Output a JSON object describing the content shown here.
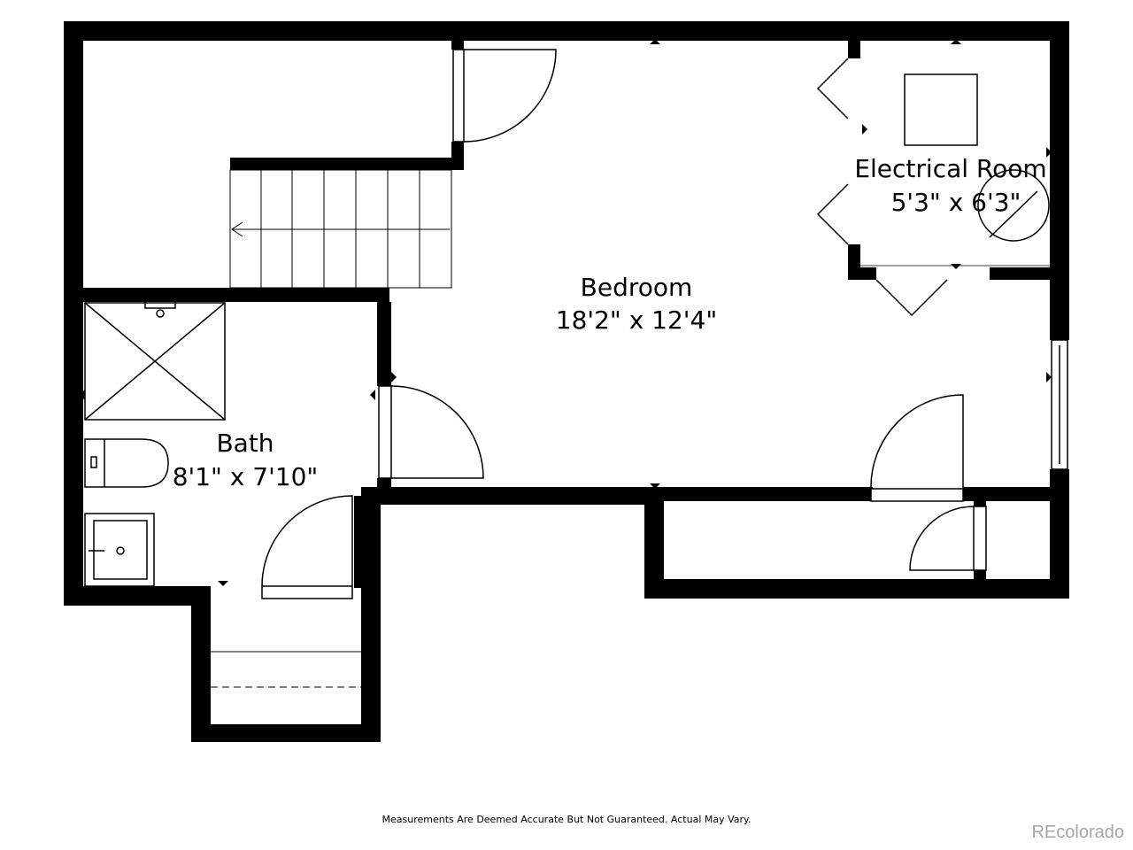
{
  "rooms": {
    "bedroom": {
      "name": "Bedroom",
      "size": "18'2\" x 12'4\""
    },
    "electrical": {
      "name": "Electrical Room",
      "size": "5'3\" x 6'3\""
    },
    "bath": {
      "name": "Bath",
      "size": "8'1\" x 7'10\""
    }
  },
  "footer": {
    "disclaimer": "Measurements Are Deemed Accurate But Not Guaranteed. Actual May Vary.",
    "brand": "REcolorado"
  },
  "colors": {
    "wall": "#000000",
    "background": "#ffffff",
    "brand": "#a6a6a6"
  }
}
